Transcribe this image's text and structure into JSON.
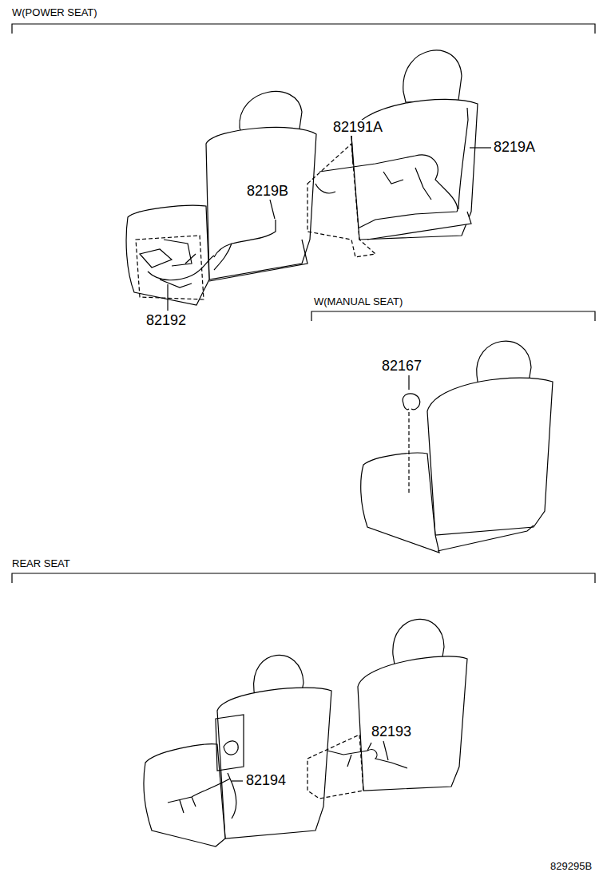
{
  "diagram": {
    "labels": [
      "W(POWER SEAT)",
      "82191A",
      "8219A",
      "8219B",
      "82192",
      "W(MANUAL SEAT)",
      "82167",
      "REAR SEAT",
      "82193",
      "82194",
      "829295B"
    ]
  }
}
